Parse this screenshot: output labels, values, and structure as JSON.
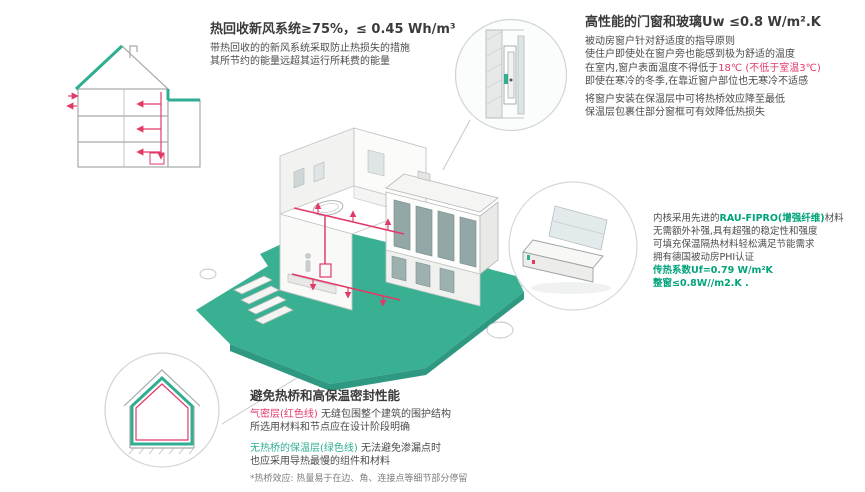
{
  "colors": {
    "teal": "#2fae92",
    "red": "#e23a66",
    "green_text": "#00a27a",
    "heading": "#3b3b3b",
    "body": "#4c4c4c",
    "ground_teal": "#3ab093"
  },
  "hrv": {
    "title": "热回收新风系统≥75%，≤ 0.45 Wh/m³",
    "line1": "带热回收的的新风系统采取防止热损失的措施",
    "line2": "其所节约的能量远超其运行所耗费的能量"
  },
  "windows": {
    "title": "高性能的门窗和玻璃Uw ≤0.8 W/m².K",
    "line1": "被动房窗户针对舒适度的指导原则",
    "line2": "使住户即使处在窗户旁也能感到极为舒适的温度",
    "line3_a": "在室内,窗户表面温度不得低于",
    "line3_red": "18℃ (不低于室温3℃)",
    "line4": "即使在寒冷的冬季,在靠近窗户部位也无寒冷不适感",
    "line5": "将窗户安装在保温层中可将热桥效应降至最低",
    "line6": "保温层包裹住部分窗框可有效降低热损失"
  },
  "profile": {
    "line1_a": "内核采用先进的",
    "line1_green": "RAU-FIPRO(增强纤维)",
    "line1_b": "材料",
    "line2": "无需额外补强,具有超强的稳定性和强度",
    "line3": "可填充保温隔热材料轻松满足节能需求",
    "line4": "拥有德国被动房PHI认证",
    "line5": "传热系数Uf=0.79 W/m²K",
    "line6": "整窗≤0.8W//m2.K ."
  },
  "thermal": {
    "title": "避免热桥和高保温密封性能",
    "line1_red": "气密层(红色线)",
    "line1_b": " 无缝包围整个建筑的围护结构",
    "line2": "所选用材料和节点应在设计阶段明确",
    "line3_teal": "无热桥的保温层(绿色线)",
    "line3_b": " 无法避免渗漏点时",
    "line4": "也应采用导热最慢的组件和材料",
    "footnote": "*热桥效应: 热量易于在边、角、连接点等细节部分停留"
  },
  "illustrations": {
    "cross_section": "heat-recovery-house-cross-section",
    "window_detail": "window-installation-section-detail",
    "window_profile": "window-frame-corner-profile",
    "thermal_house": "thermal-bridge-house-outline",
    "main_house": "passive-house-isometric-cutaway"
  }
}
